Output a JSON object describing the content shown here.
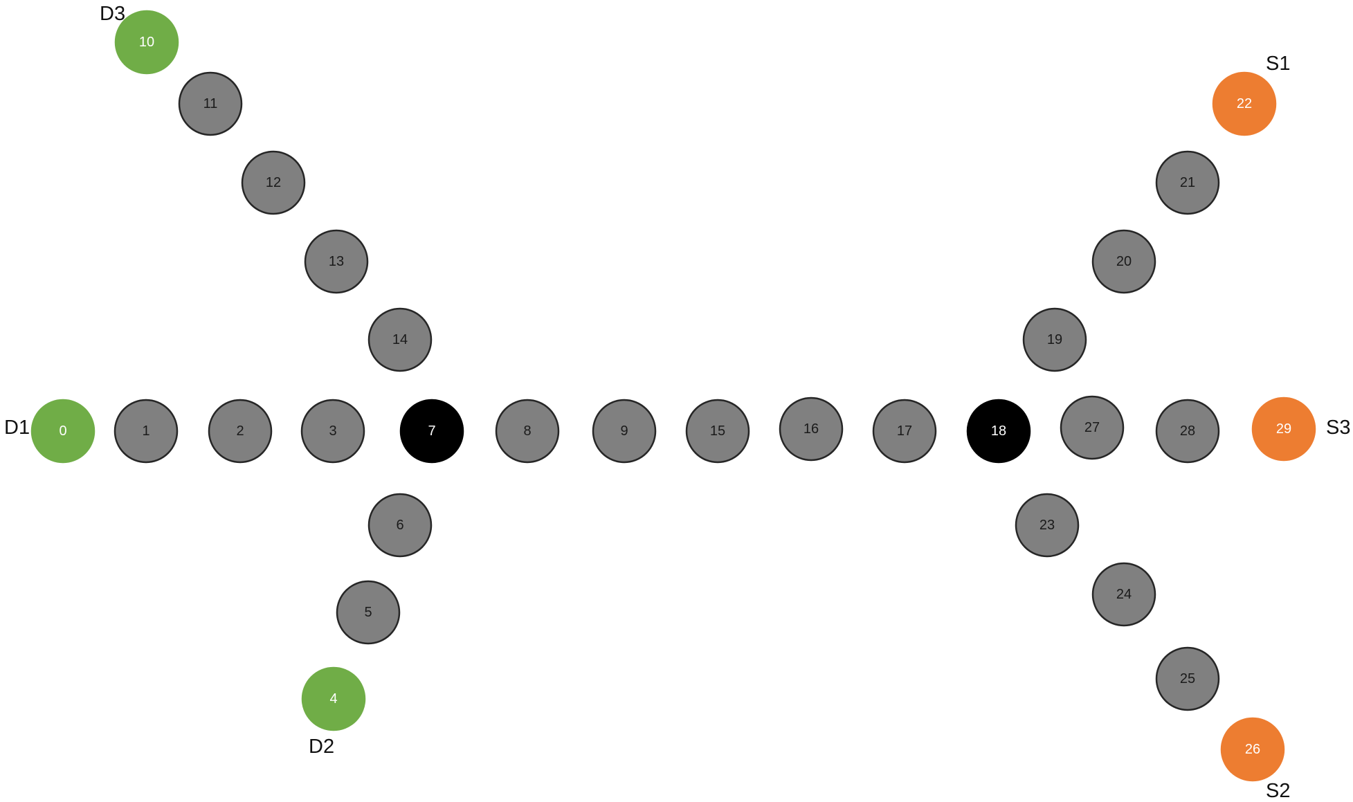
{
  "colors": {
    "normal_fill": "#808080",
    "normal_stroke": "#262626",
    "normal_text": "#1a1a1a",
    "junction_fill": "#000000",
    "junction_text": "#ffffff",
    "destination_fill": "#70ad47",
    "source_fill": "#ed7d31",
    "endpoint_text": "#ffffff"
  },
  "nodes": [
    {
      "id": "0",
      "kind": "destination"
    },
    {
      "id": "1",
      "kind": "normal"
    },
    {
      "id": "2",
      "kind": "normal"
    },
    {
      "id": "3",
      "kind": "normal"
    },
    {
      "id": "4",
      "kind": "destination"
    },
    {
      "id": "5",
      "kind": "normal"
    },
    {
      "id": "6",
      "kind": "normal"
    },
    {
      "id": "7",
      "kind": "junction"
    },
    {
      "id": "8",
      "kind": "normal"
    },
    {
      "id": "9",
      "kind": "normal"
    },
    {
      "id": "10",
      "kind": "destination"
    },
    {
      "id": "11",
      "kind": "normal"
    },
    {
      "id": "12",
      "kind": "normal"
    },
    {
      "id": "13",
      "kind": "normal"
    },
    {
      "id": "14",
      "kind": "normal"
    },
    {
      "id": "15",
      "kind": "normal"
    },
    {
      "id": "16",
      "kind": "normal"
    },
    {
      "id": "17",
      "kind": "normal"
    },
    {
      "id": "18",
      "kind": "junction"
    },
    {
      "id": "19",
      "kind": "normal"
    },
    {
      "id": "20",
      "kind": "normal"
    },
    {
      "id": "21",
      "kind": "normal"
    },
    {
      "id": "22",
      "kind": "source"
    },
    {
      "id": "23",
      "kind": "normal"
    },
    {
      "id": "24",
      "kind": "normal"
    },
    {
      "id": "25",
      "kind": "normal"
    },
    {
      "id": "26",
      "kind": "source"
    },
    {
      "id": "27",
      "kind": "normal"
    },
    {
      "id": "28",
      "kind": "normal"
    },
    {
      "id": "29",
      "kind": "source"
    }
  ],
  "endpoint_labels": {
    "d1": "D1",
    "d2": "D2",
    "d3": "D3",
    "s1": "S1",
    "s2": "S2",
    "s3": "S3"
  }
}
